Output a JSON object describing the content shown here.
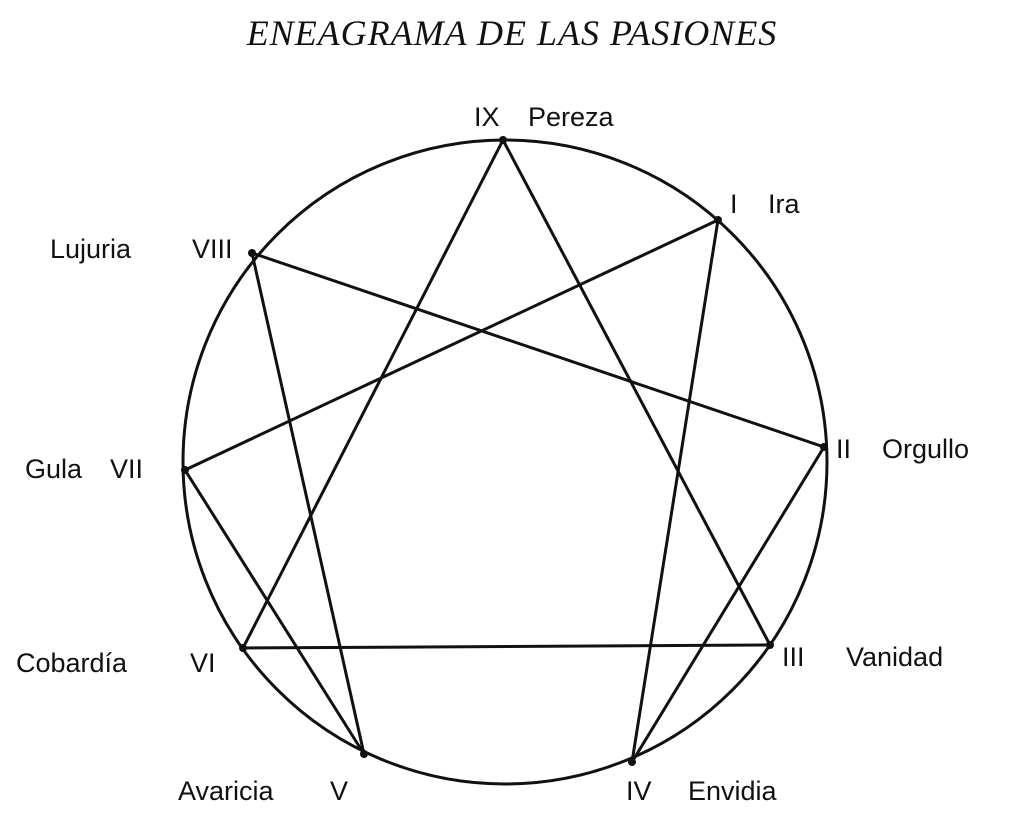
{
  "title": "ENEAGRAMA DE LAS PASIONES",
  "points": [
    {
      "numeral": "IX",
      "passion": "Pereza"
    },
    {
      "numeral": "I",
      "passion": "Ira"
    },
    {
      "numeral": "II",
      "passion": "Orgullo"
    },
    {
      "numeral": "III",
      "passion": "Vanidad"
    },
    {
      "numeral": "IV",
      "passion": "Envidia"
    },
    {
      "numeral": "V",
      "passion": "Avaricia"
    },
    {
      "numeral": "VI",
      "passion": "Cobardía"
    },
    {
      "numeral": "VII",
      "passion": "Gula"
    },
    {
      "numeral": "VIII",
      "passion": "Lujuria"
    }
  ],
  "connections": [
    [
      "IX",
      "III"
    ],
    [
      "III",
      "VI"
    ],
    [
      "VI",
      "IX"
    ],
    [
      "I",
      "IV"
    ],
    [
      "IV",
      "II"
    ],
    [
      "II",
      "VIII"
    ],
    [
      "VIII",
      "V"
    ],
    [
      "V",
      "VII"
    ],
    [
      "VII",
      "I"
    ]
  ]
}
